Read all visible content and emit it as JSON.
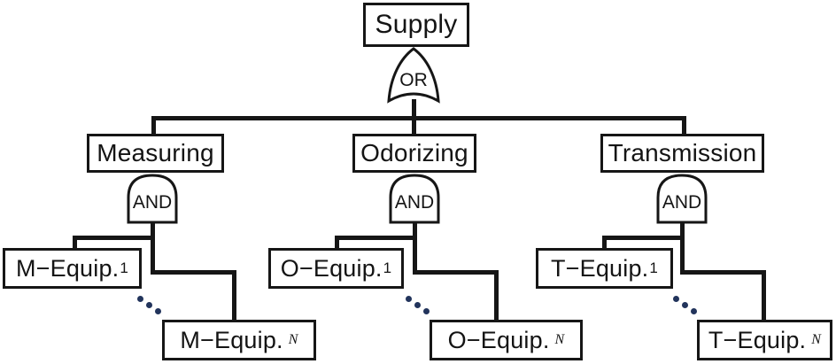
{
  "diagram": {
    "type": "fault-tree",
    "root_node": "Supply",
    "or_gate_label": "OR",
    "branches": [
      {
        "label": "Measuring",
        "gate_label": "AND",
        "child_first_base": "M−Equip.",
        "child_first_sub": "1",
        "child_last_base": "M−Equip.",
        "child_last_sub": "N"
      },
      {
        "label": "Odorizing",
        "gate_label": "AND",
        "child_first_base": "O−Equip.",
        "child_first_sub": "1",
        "child_last_base": "O−Equip.",
        "child_last_sub": "N"
      },
      {
        "label": "Transmission",
        "gate_label": "AND",
        "child_first_base": "T−Equip.",
        "child_first_sub": "1",
        "child_last_base": "T−Equip.",
        "child_last_sub": "N"
      }
    ],
    "colors": {
      "line": "#161616",
      "box_border": "#161616",
      "ellipsis_dots": "#22345c",
      "background": "#ffffff",
      "text": "#141414"
    }
  }
}
